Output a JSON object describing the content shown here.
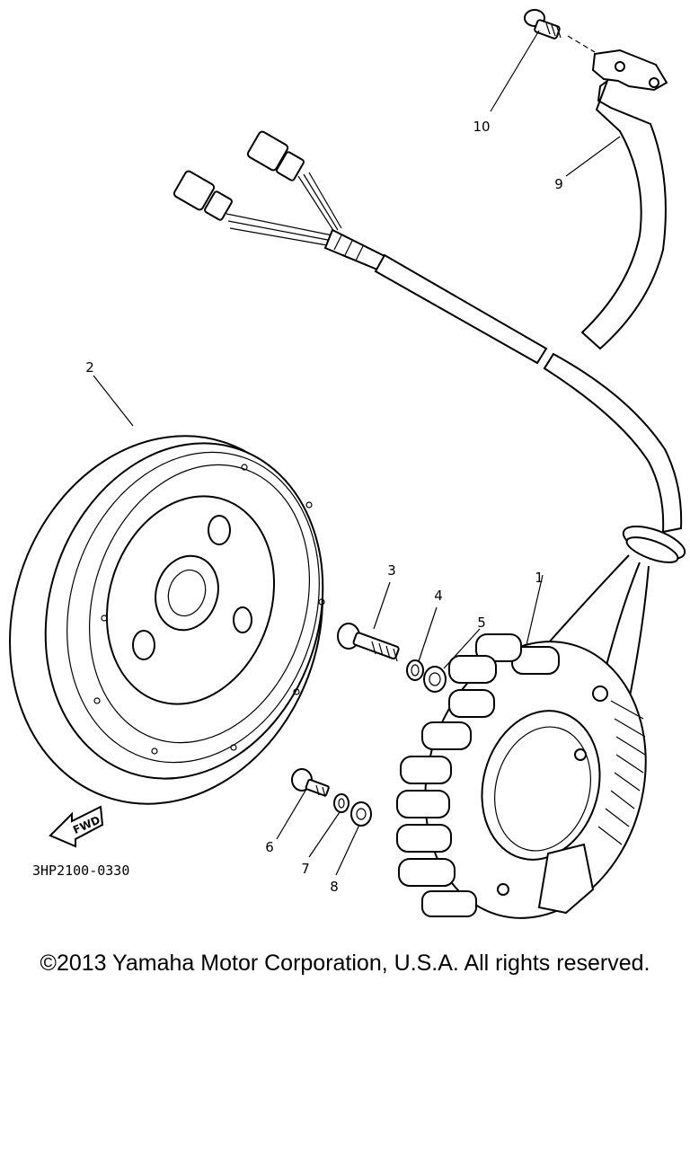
{
  "diagram": {
    "part_code": "3HP2100-0330",
    "fwd_label": "FWD",
    "callouts": [
      {
        "id": "1",
        "label": "1"
      },
      {
        "id": "2",
        "label": "2"
      },
      {
        "id": "3",
        "label": "3"
      },
      {
        "id": "4",
        "label": "4"
      },
      {
        "id": "5",
        "label": "5"
      },
      {
        "id": "6",
        "label": "6"
      },
      {
        "id": "7",
        "label": "7"
      },
      {
        "id": "8",
        "label": "8"
      },
      {
        "id": "9",
        "label": "9"
      },
      {
        "id": "10",
        "label": "10"
      }
    ]
  },
  "footer": {
    "copyright": "©2013 Yamaha Motor Corporation, U.S.A. All rights reserved."
  }
}
